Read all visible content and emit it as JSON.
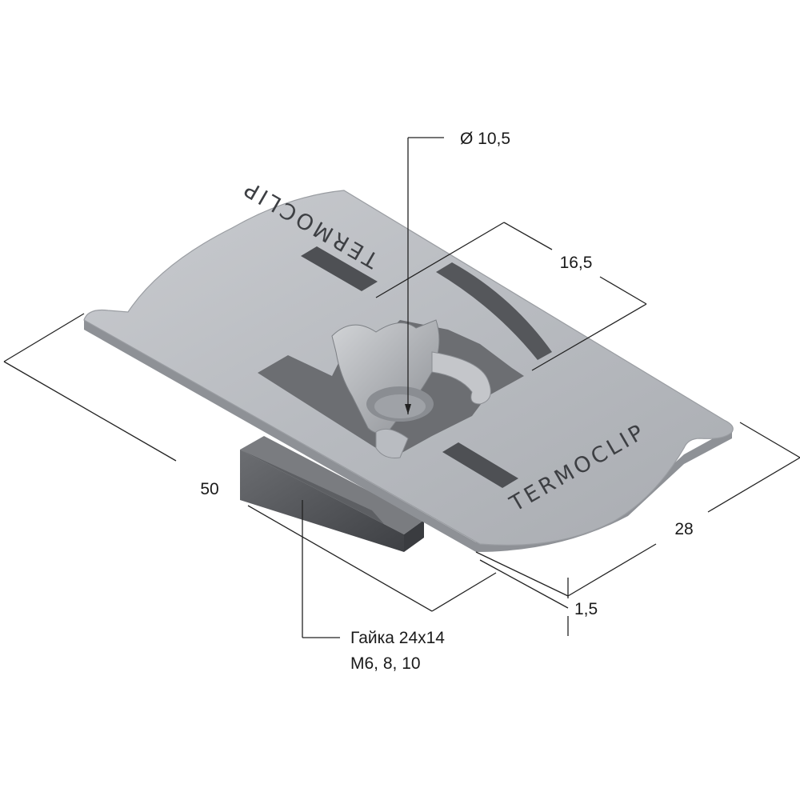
{
  "dimensions": {
    "hole_diameter": "Ø 10,5",
    "slot_width": "16,5",
    "length": "50",
    "width": "28",
    "thickness": "1,5"
  },
  "nut_callout": {
    "line1": "Гайка 24х14",
    "line2": "М6, 8, 10"
  },
  "branding": {
    "engraving_top": "TERMOCLIP",
    "engraving_bottom": "TERMOCLIP"
  },
  "colors": {
    "plate": "#b9bcc1",
    "plate_edge": "#8e9196",
    "nut": "#5a5c60",
    "dimension_lines": "#222222"
  }
}
